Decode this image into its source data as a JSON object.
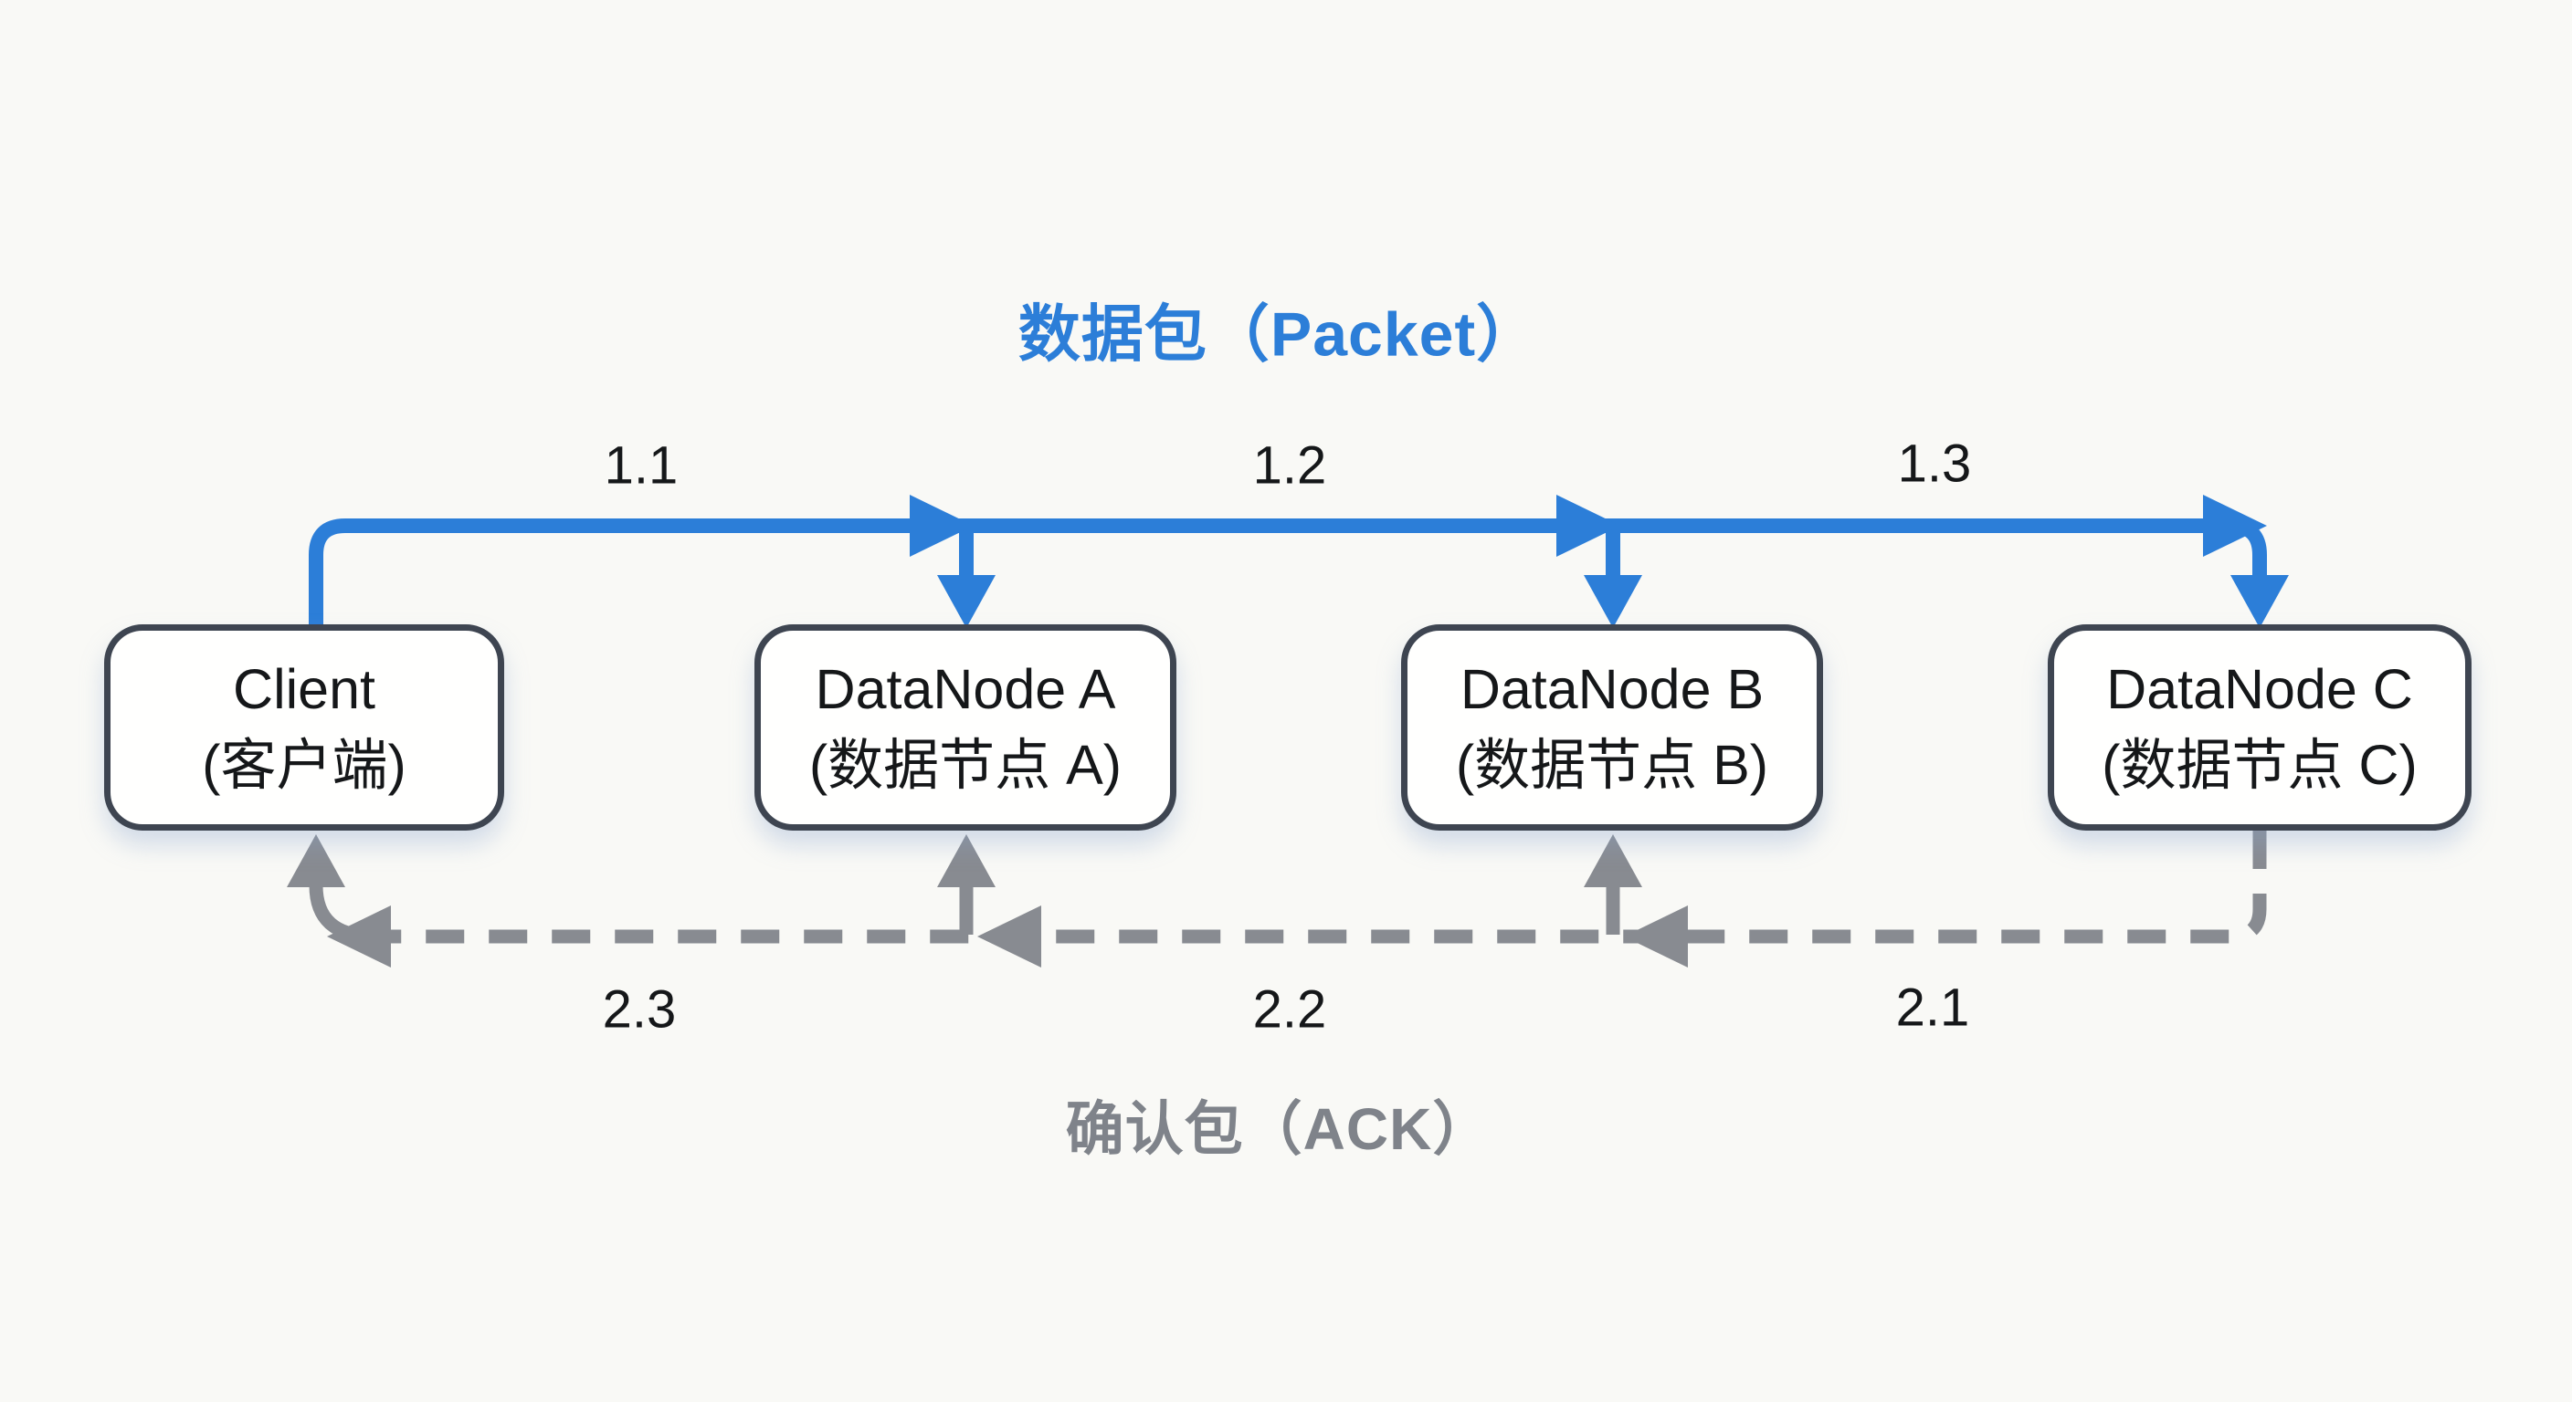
{
  "titles": {
    "packet": "数据包（Packet）",
    "ack": "确认包（ACK）"
  },
  "nodes": [
    {
      "name": "Client",
      "subname": "(客户端)"
    },
    {
      "name": "DataNode A",
      "subname": "(数据节点 A)"
    },
    {
      "name": "DataNode B",
      "subname": "(数据节点 B)"
    },
    {
      "name": "DataNode C",
      "subname": "(数据节点 C)"
    }
  ],
  "packet_labels": [
    "1.1",
    "1.2",
    "1.3"
  ],
  "ack_labels": [
    "2.3",
    "2.2",
    "2.1"
  ],
  "colors": {
    "packet_blue": "#2c7ed8",
    "ack_gray": "#888b91",
    "ack_title_gray": "#7f838a",
    "node_border": "#3e4551",
    "background": "#f9f9f6",
    "text": "#151719"
  }
}
